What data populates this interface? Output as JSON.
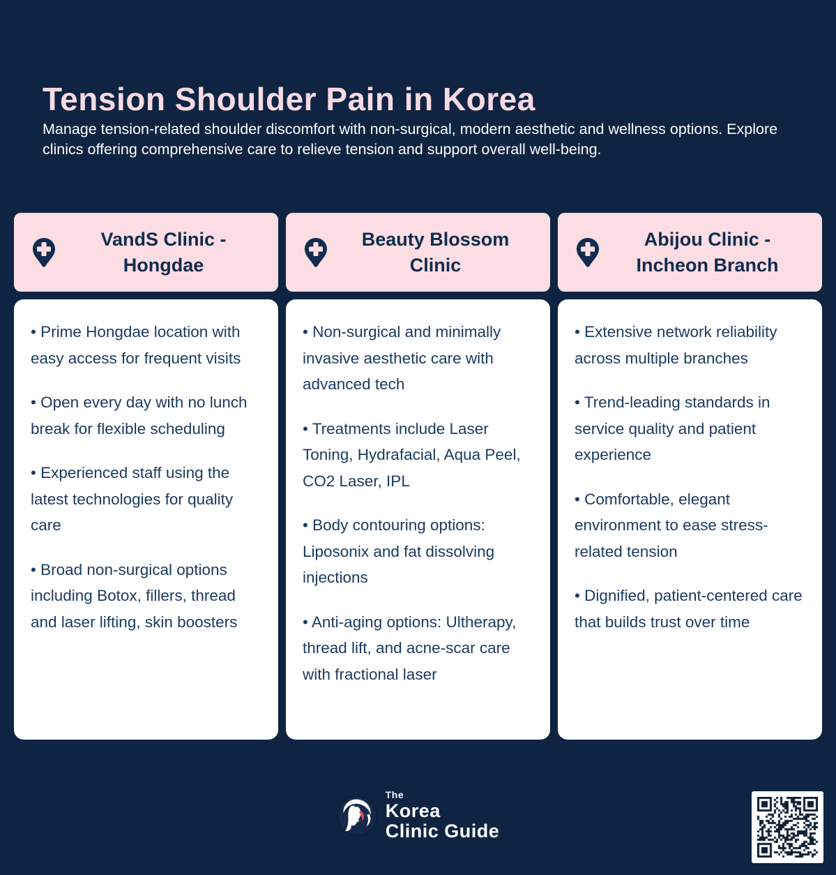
{
  "page": {
    "title": "Tension Shoulder Pain in Korea",
    "subtitle": "Manage tension-related shoulder discomfort with non-surgical, modern aesthetic and wellness options. Explore clinics offering comprehensive care to relieve tension and support overall well-being."
  },
  "colors": {
    "background": "#0e2442",
    "header_pink": "#fcdde3",
    "title_pink": "#f8dae3",
    "card_white": "#ffffff",
    "navy_text": "#122b4e",
    "body_text": "#1c3b60",
    "logo_red": "#e5485e"
  },
  "clinics": [
    {
      "name": "VandS Clinic - Hongdae",
      "icon": "location-pin-plus-icon",
      "bullets": [
        "• Prime Hongdae location with easy access for frequent visits",
        "• Open every day with no lunch break for flexible scheduling",
        "• Experienced staff using the latest technologies for quality care",
        "• Broad non-surgical options including Botox, fillers, thread and laser lifting, skin boosters"
      ]
    },
    {
      "name": "Beauty Blossom Clinic",
      "icon": "location-pin-plus-icon",
      "bullets": [
        "• Non-surgical and minimally invasive aesthetic care with advanced tech",
        "• Treatments include Laser Toning, Hydrafacial, Aqua Peel, CO2 Laser, IPL",
        "• Body contouring options: Liposonix and fat dissolving injections",
        "• Anti-aging options: Ultherapy, thread lift, and acne-scar care with fractional laser"
      ]
    },
    {
      "name": "Abijou Clinic - Incheon Branch",
      "icon": "location-pin-plus-icon",
      "bullets": [
        "• Extensive network reliability across multiple branches",
        "• Trend-leading standards in service quality and patient experience",
        "• Comfortable, elegant environment to ease stress-related tension",
        "• Dignified, patient-centered care that builds trust over time"
      ]
    }
  ],
  "footer": {
    "logo": {
      "line1": "The",
      "line2": "Korea",
      "line3": "Clinic Guide"
    },
    "qr": "qr-code"
  }
}
